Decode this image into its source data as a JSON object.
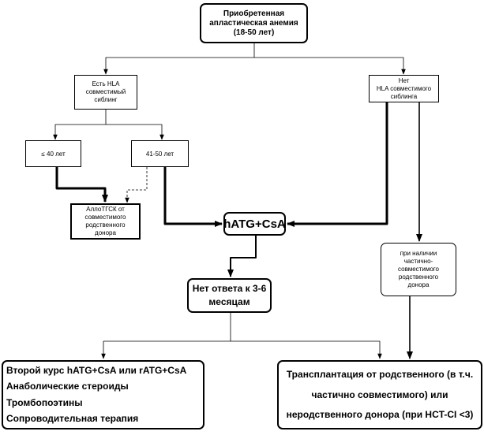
{
  "diagram": {
    "nodes": {
      "root": {
        "lines": [
          "Приобретенная",
          "апластическая анемия",
          "(18-50 лет)"
        ]
      },
      "sibling": {
        "lines": [
          "Есть HLA",
          "совместимый",
          "сиблинг"
        ]
      },
      "no_sibling": {
        "lines": [
          "Нет",
          "HLA совместимого",
          "сиблинга"
        ]
      },
      "age_le40": {
        "lines": [
          "≤ 40 лет"
        ]
      },
      "age_41_50": {
        "lines": [
          "41-50 лет"
        ]
      },
      "allo": {
        "lines": [
          "АллоТГСК от",
          "совместимого",
          "родственного",
          "донора"
        ]
      },
      "atg": {
        "lines": [
          "hATG+CsA"
        ]
      },
      "no_response": {
        "lines": [
          "Нет ответа к 3-6",
          "месяцам"
        ]
      },
      "partial": {
        "lines": [
          "при наличии",
          "частично-",
          "совместимого",
          "родственного",
          "донора"
        ]
      },
      "therapy": {
        "lines": [
          "Второй курс hATG+CsA или rATG+CsA",
          "Анаболические стероиды",
          "Тромбопоэтины",
          "Сопроводительная терапия"
        ]
      },
      "transplant": {
        "lines": [
          "Трансплантация от родственного (в т.ч.",
          "частично совместимого) или",
          "неродственного донора  (при HCT-CI <3)"
        ]
      }
    },
    "edges": [
      {
        "from": "root",
        "to": "sibling",
        "style": "thin"
      },
      {
        "from": "root",
        "to": "no_sibling",
        "style": "thin"
      },
      {
        "from": "sibling",
        "to": "age_le40",
        "style": "thin"
      },
      {
        "from": "sibling",
        "to": "age_41_50",
        "style": "thin"
      },
      {
        "from": "age_le40",
        "to": "allo",
        "style": "thick"
      },
      {
        "from": "age_41_50",
        "to": "allo",
        "style": "dashed"
      },
      {
        "from": "age_41_50",
        "to": "atg",
        "style": "thick"
      },
      {
        "from": "no_sibling",
        "to": "atg",
        "style": "thick"
      },
      {
        "from": "no_sibling",
        "to": "partial",
        "style": "medium"
      },
      {
        "from": "atg",
        "to": "no_response",
        "style": "thick"
      },
      {
        "from": "no_response",
        "to": "therapy",
        "style": "thin"
      },
      {
        "from": "no_response",
        "to": "transplant",
        "style": "thin"
      },
      {
        "from": "partial",
        "to": "transplant",
        "style": "medium"
      }
    ]
  }
}
